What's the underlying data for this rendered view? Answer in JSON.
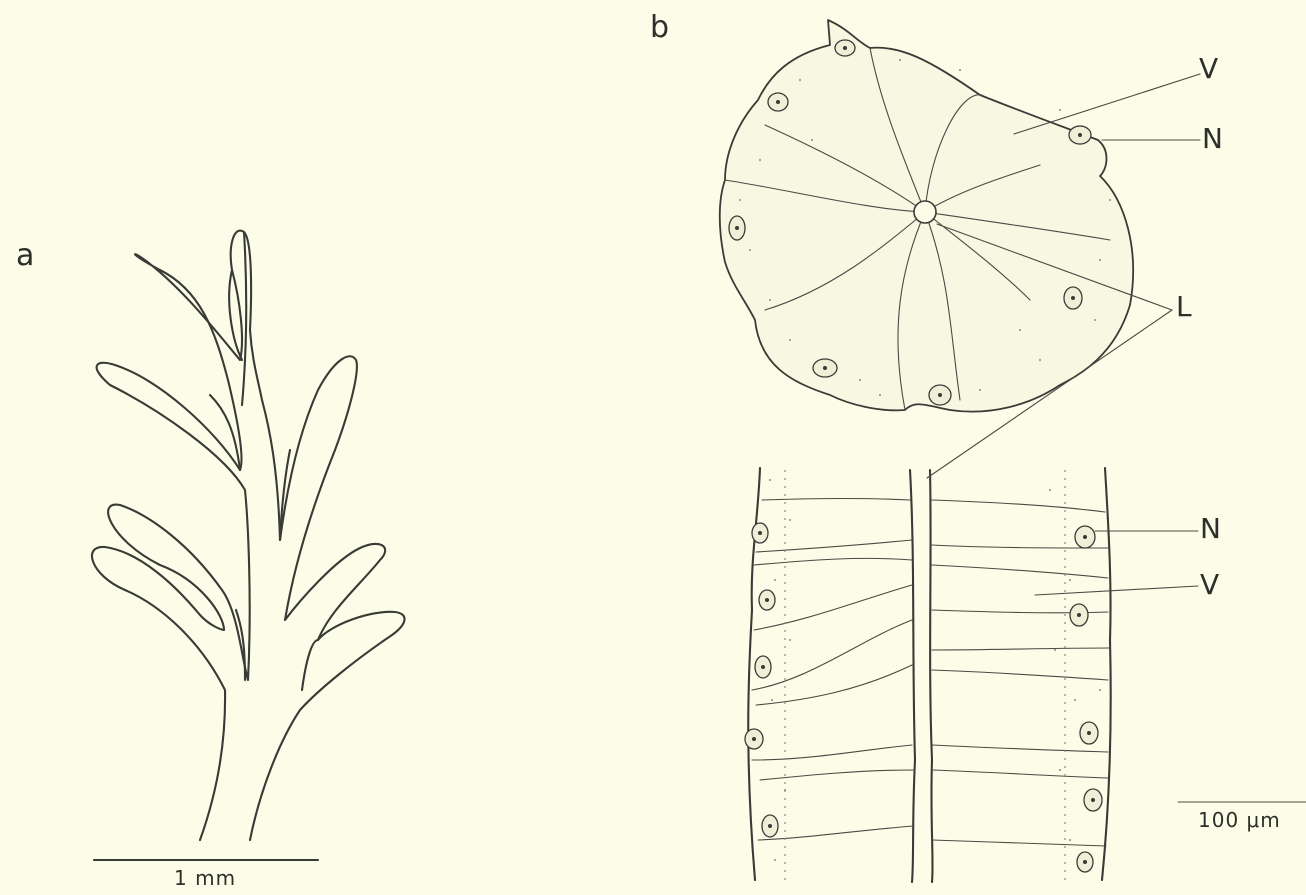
{
  "panels": {
    "a": "a",
    "b": "b"
  },
  "part_labels": {
    "V_top": "V",
    "N_top": "N",
    "L": "L",
    "N_bottom": "N",
    "V_bottom": "V"
  },
  "scale_bars": {
    "left": "1 mm",
    "right": "100 μm"
  },
  "colors": {
    "background": "#fcfde8",
    "ink": "#3a3a36"
  }
}
